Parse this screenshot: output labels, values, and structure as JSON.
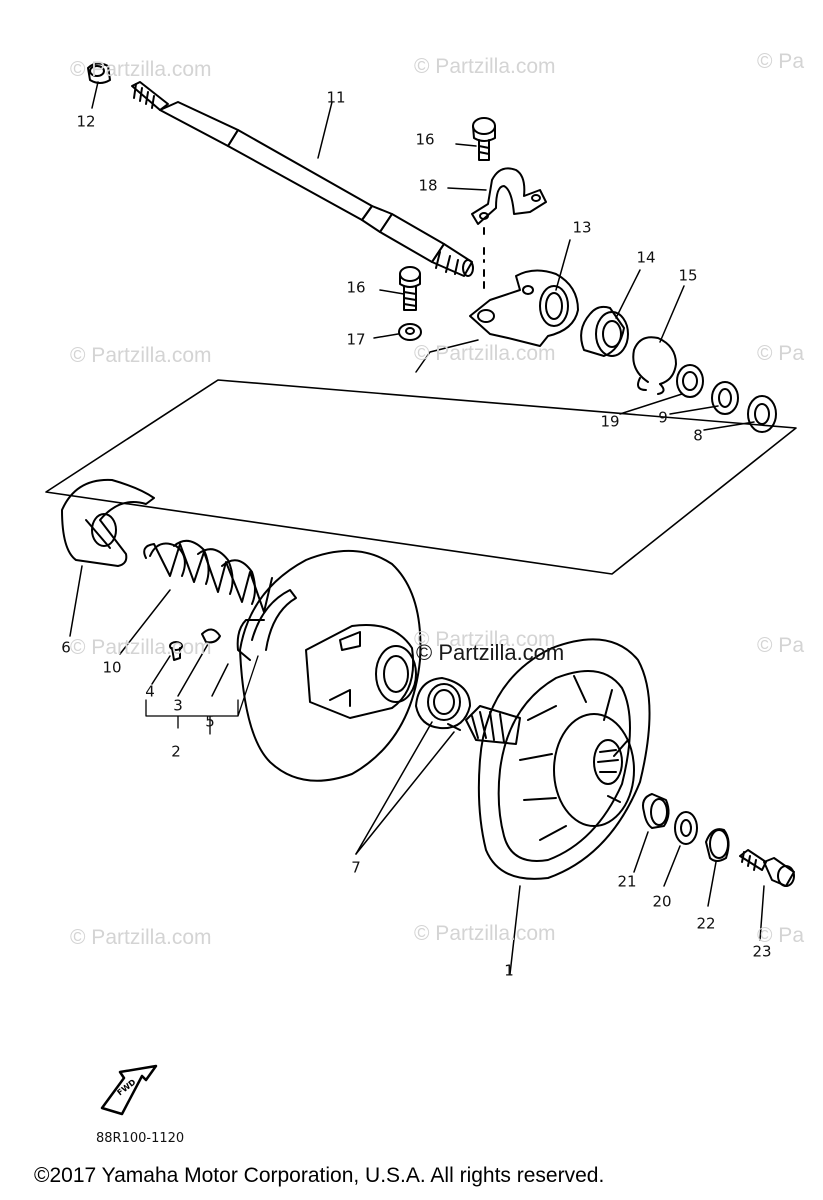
{
  "watermarks": [
    "© Partzilla.com",
    "© Partzilla.com",
    "© Pa",
    "© Partzilla.com",
    "© Partzilla.com",
    "© Pa",
    "© Partzilla.com",
    "© Partzilla.com",
    "© Pa",
    "© Partzilla.com",
    "© Partzilla.com",
    "© Pa"
  ],
  "center_watermark": "© Partzilla.com",
  "callouts": {
    "c1": "1",
    "c2": "2",
    "c3": "3",
    "c4": "4",
    "c5": "5",
    "c6": "6",
    "c7": "7",
    "c8": "8",
    "c9": "9",
    "c10": "10",
    "c11": "11",
    "c12": "12",
    "c13": "13",
    "c14": "14",
    "c15": "15",
    "c16a": "16",
    "c16b": "16",
    "c17": "17",
    "c18": "18",
    "c19": "19",
    "c20": "20",
    "c21": "21",
    "c22": "22",
    "c23": "23"
  },
  "fwd_label": "FWD",
  "part_code": "88R100-1120",
  "copyright": "©2017  Yamaha Motor Corporation, U.S.A. All rights reserved."
}
